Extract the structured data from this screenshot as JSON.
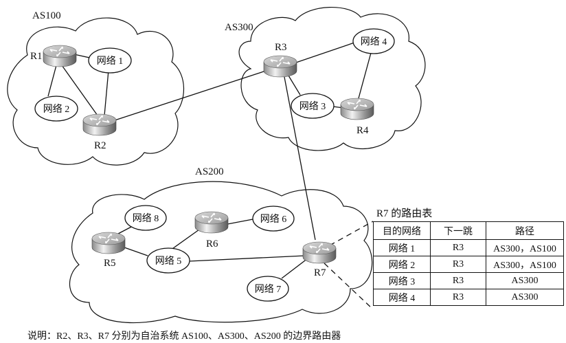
{
  "autonomous_systems": [
    {
      "id": "as100",
      "label": "AS100"
    },
    {
      "id": "as300",
      "label": "AS300"
    },
    {
      "id": "as200",
      "label": "AS200"
    }
  ],
  "routers": [
    {
      "id": "r1",
      "label": "R1"
    },
    {
      "id": "r2",
      "label": "R2"
    },
    {
      "id": "r3",
      "label": "R3"
    },
    {
      "id": "r4",
      "label": "R4"
    },
    {
      "id": "r5",
      "label": "R5"
    },
    {
      "id": "r6",
      "label": "R6"
    },
    {
      "id": "r7",
      "label": "R7"
    }
  ],
  "networks": [
    {
      "id": "n1",
      "label": "网络 1"
    },
    {
      "id": "n2",
      "label": "网络 2"
    },
    {
      "id": "n3",
      "label": "网络 3"
    },
    {
      "id": "n4",
      "label": "网络 4"
    },
    {
      "id": "n5",
      "label": "网络 5"
    },
    {
      "id": "n6",
      "label": "网络 6"
    },
    {
      "id": "n7",
      "label": "网络 7"
    },
    {
      "id": "n8",
      "label": "网络 8"
    }
  ],
  "links": [
    [
      "R1",
      "网络 1"
    ],
    [
      "R1",
      "网络 2"
    ],
    [
      "R1",
      "R2"
    ],
    [
      "网络 1",
      "R2"
    ],
    [
      "R2",
      "R3"
    ],
    [
      "R3",
      "网络 4"
    ],
    [
      "R3",
      "网络 3"
    ],
    [
      "网络 3",
      "R4"
    ],
    [
      "网络 4",
      "R4"
    ],
    [
      "R3",
      "R7"
    ],
    [
      "R5",
      "网络 8"
    ],
    [
      "R5",
      "网络 5"
    ],
    [
      "网络 5",
      "R6"
    ],
    [
      "R6",
      "网络 6"
    ],
    [
      "网络 5",
      "R7"
    ],
    [
      "R7",
      "网络 7"
    ]
  ],
  "routing_table": {
    "title": "R7 的路由表",
    "headers": [
      "目的网络",
      "下一跳",
      "路径"
    ],
    "rows": [
      [
        "网络 1",
        "R3",
        "AS300，AS100"
      ],
      [
        "网络 2",
        "R3",
        "AS300，AS100"
      ],
      [
        "网络 3",
        "R3",
        "AS300"
      ],
      [
        "网络 4",
        "R3",
        "AS300"
      ]
    ]
  },
  "note": "说明：R2、R3、R7 分别为自治系统 AS100、AS300、AS200 的边界路由器"
}
